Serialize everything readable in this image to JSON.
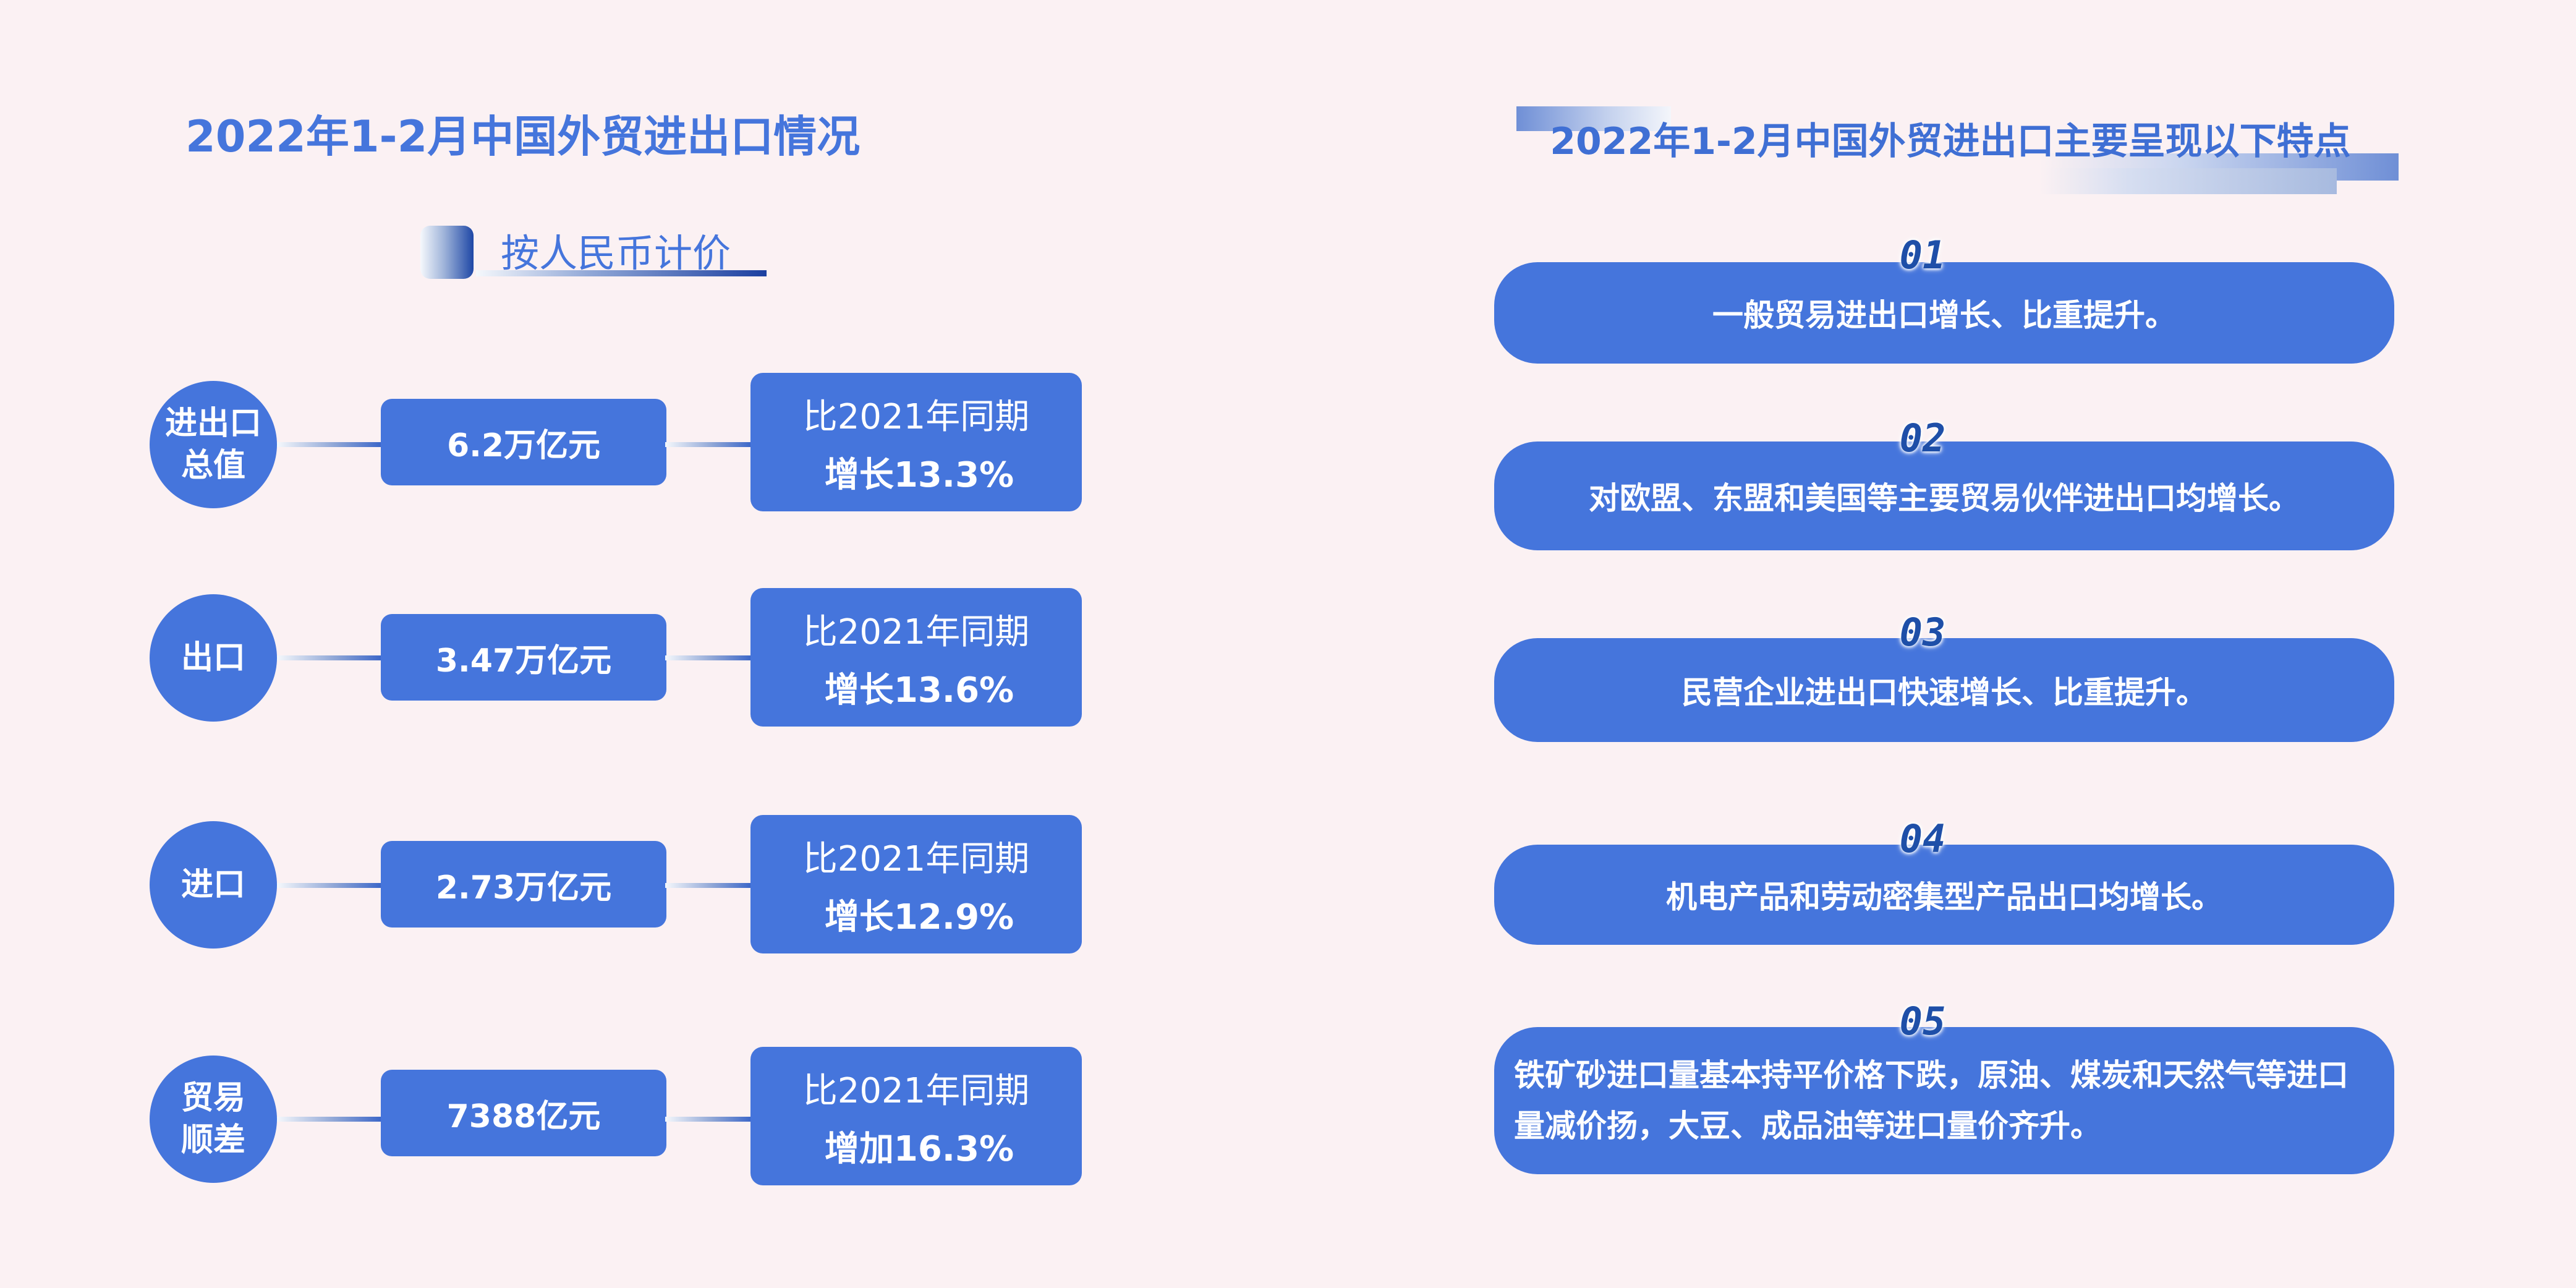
{
  "left": {
    "title": "2022年1-2月中国外贸进出口情况",
    "subtitle": "按人民币计价",
    "rows": [
      {
        "label_line1": "进出口",
        "label_line2": "总值",
        "value": "6.2万亿元",
        "compare_line1": "比2021年同期",
        "compare_line2": "增长13.3%"
      },
      {
        "label_line1": "出口",
        "label_line2": "",
        "value": "3.47万亿元",
        "compare_line1": "比2021年同期",
        "compare_line2": "增长13.6%"
      },
      {
        "label_line1": "进口",
        "label_line2": "",
        "value": "2.73万亿元",
        "compare_line1": "比2021年同期",
        "compare_line2": "增长12.9%"
      },
      {
        "label_line1": "贸易",
        "label_line2": "顺差",
        "value": "7388亿元",
        "compare_line1": "比2021年同期",
        "compare_line2": "增加16.3%"
      }
    ]
  },
  "right": {
    "title": "2022年1-2月中国外贸进出口主要呈现以下特点",
    "features": [
      {
        "num": "01",
        "text": "一般贸易进出口增长、比重提升。"
      },
      {
        "num": "02",
        "text": "对欧盟、东盟和美国等主要贸易伙伴进出口均增长。"
      },
      {
        "num": "03",
        "text": "民营企业进出口快速增长、比重提升。"
      },
      {
        "num": "04",
        "text": "机电产品和劳动密集型产品出口均增长。"
      },
      {
        "num": "05",
        "text": "铁矿砂进口量基本持平价格下跌，原油、煤炭和天然气等进口量减价扬，大豆、成品油等进口量价齐升。"
      }
    ]
  },
  "colors": {
    "accent": "#4575dc",
    "background": "#fbf1f3",
    "number": "#1e4fa8"
  }
}
